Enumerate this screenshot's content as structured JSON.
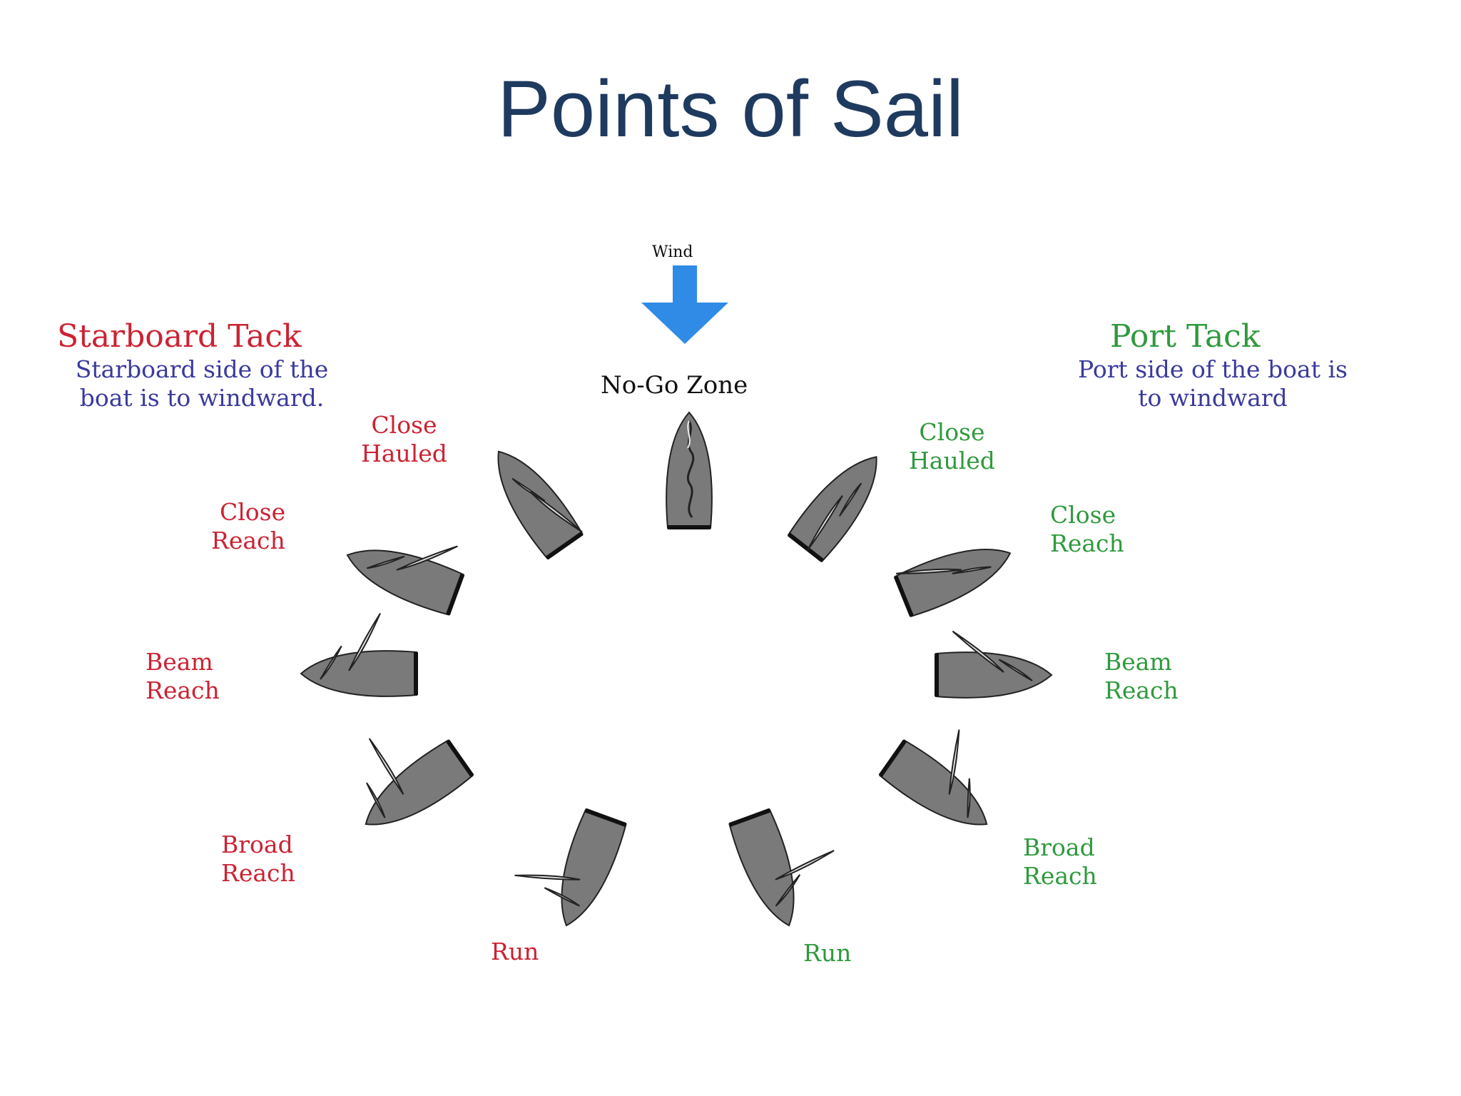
{
  "title": "Points of Sail",
  "wind": {
    "label": "Wind",
    "color": "#2f8be6"
  },
  "no_go_zone": "No-Go Zone",
  "starboard": {
    "heading": "Starboard Tack",
    "description_lines": [
      "Starboard side of the",
      "boat is to windward."
    ],
    "color": "#cc2233",
    "points": [
      {
        "line1": "Close",
        "line2": "Hauled"
      },
      {
        "line1": "Close",
        "line2": "Reach"
      },
      {
        "line1": "Beam",
        "line2": "Reach"
      },
      {
        "line1": "Broad",
        "line2": "Reach"
      },
      {
        "line1": "Run"
      }
    ]
  },
  "port": {
    "heading": "Port Tack",
    "description_lines": [
      "Port side of the boat is",
      "to windward"
    ],
    "color": "#2f9a3d",
    "points": [
      {
        "line1": "Close",
        "line2": "Hauled"
      },
      {
        "line1": "Close",
        "line2": "Reach"
      },
      {
        "line1": "Beam",
        "line2": "Reach"
      },
      {
        "line1": "Broad",
        "line2": "Reach"
      },
      {
        "line1": "Run"
      }
    ]
  },
  "colors": {
    "title": "#1f3a5f",
    "description": "#3a3a9e",
    "hull": "#7a7a7a",
    "sail": "#e2e2e2"
  }
}
